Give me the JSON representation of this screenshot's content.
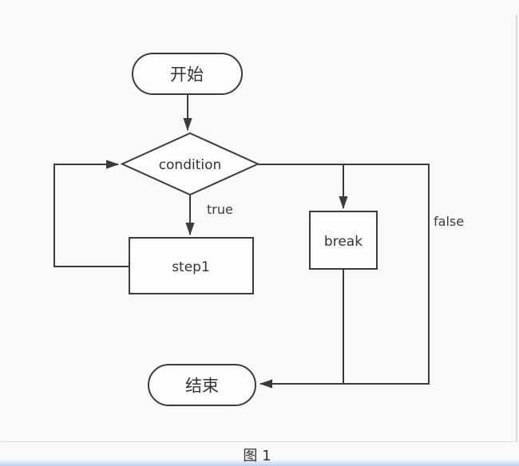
{
  "figure": {
    "caption": "图 1",
    "background": "#f8f9f8"
  },
  "flowchart": {
    "stroke": "#3b3b3b",
    "node_fill": "#fdfdfd",
    "text_color": "#333333",
    "nodes": {
      "start": {
        "label": "开始",
        "shape": "terminator"
      },
      "condition": {
        "label": "condition",
        "shape": "decision"
      },
      "step1": {
        "label": "step1",
        "shape": "process"
      },
      "break_step": {
        "label": "break",
        "shape": "process"
      },
      "end": {
        "label": "结束",
        "shape": "terminator"
      }
    },
    "branch_labels": {
      "true_branch": "true",
      "false_branch": "false"
    }
  }
}
